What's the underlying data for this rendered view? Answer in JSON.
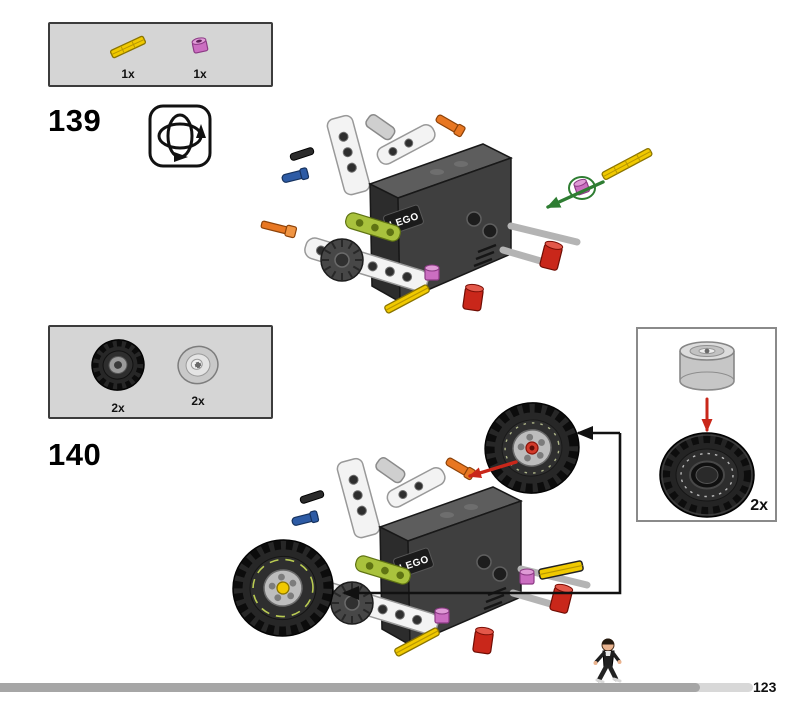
{
  "footer": {
    "page_number": "123",
    "progress_ratio": 0.93
  },
  "assembly": {
    "logo_text": "LEGO"
  },
  "colors": {
    "yellow": "#f0c900",
    "magenta": "#cb6ec1",
    "orange": "#e87722",
    "red": "#c9271a",
    "lime": "#a9c23d",
    "blue": "#2d5ba5",
    "green": "#2e7d32",
    "box-bg": "#d5d5d5",
    "box-border": "#3c3c3c",
    "progress-track": "#d8d8d8",
    "progress-done": "#a6a6a6"
  },
  "steps": [
    {
      "number": "139",
      "has_rotate_icon": true,
      "parts": [
        {
          "name": "axle-2-yellow",
          "count": "1x"
        },
        {
          "name": "bushing-1-magenta",
          "count": "1x"
        }
      ]
    },
    {
      "number": "140",
      "parts": [
        {
          "name": "tractor-tire",
          "count": "2x"
        },
        {
          "name": "wheel-hub-gray",
          "count": "2x"
        }
      ],
      "callout": {
        "count": "2x",
        "contents": [
          "wheel-hub-gray",
          "tractor-tire"
        ]
      }
    }
  ]
}
